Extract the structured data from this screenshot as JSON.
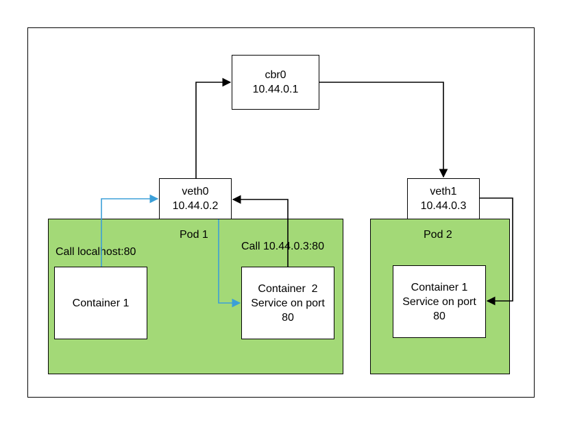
{
  "colors": {
    "pod_fill": "#a3d977",
    "box_fill": "#ffffff",
    "line": "#000000",
    "loopback_line": "#3b9fd8"
  },
  "bridge": {
    "name": "cbr0",
    "ip": "10.44.0.1"
  },
  "veth0": {
    "name": "veth0",
    "ip": "10.44.0.2"
  },
  "veth1": {
    "name": "veth1",
    "ip": "10.44.0.3"
  },
  "pod1": {
    "title": "Pod 1",
    "container1": {
      "label": "Container 1"
    },
    "container2": {
      "line1": "Container  2",
      "line2": "Service on port",
      "line3": "80"
    },
    "call_local": "Call localhost:80",
    "call_remote": "Call 10.44.0.3:80"
  },
  "pod2": {
    "title": "Pod 2",
    "container1": {
      "line1": "Container 1",
      "line2": "Service on port",
      "line3": "80"
    }
  }
}
